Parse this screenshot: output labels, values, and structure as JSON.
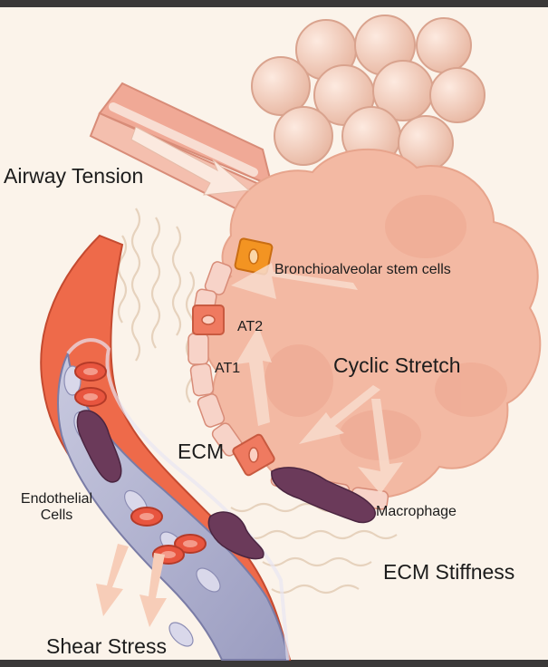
{
  "colors": {
    "background": "#fbf3ea",
    "alveolus": "#f3b9a3",
    "alveolus_edge": "#e7a48c",
    "vessel_wall": "#ee6a4a",
    "vessel_lumen": "#b7b9d3",
    "red_blood_cell": "#e8553f",
    "stem_cell": "#f39422",
    "macrophage": "#6b3a5a",
    "arrow": "#f7dac8"
  },
  "labels": {
    "airway_tension": "Airway Tension",
    "stem_cells": "Bronchioalveolar stem cells",
    "at2": "AT2",
    "at1": "AT1",
    "cyclic_stretch": "Cyclic Stretch",
    "ecm": "ECM",
    "endothelial_cells": "Endothelial\nCells",
    "macrophage": "Macrophage",
    "ecm_stiffness": "ECM Stiffness",
    "shear_stress": "Shear Stress"
  }
}
